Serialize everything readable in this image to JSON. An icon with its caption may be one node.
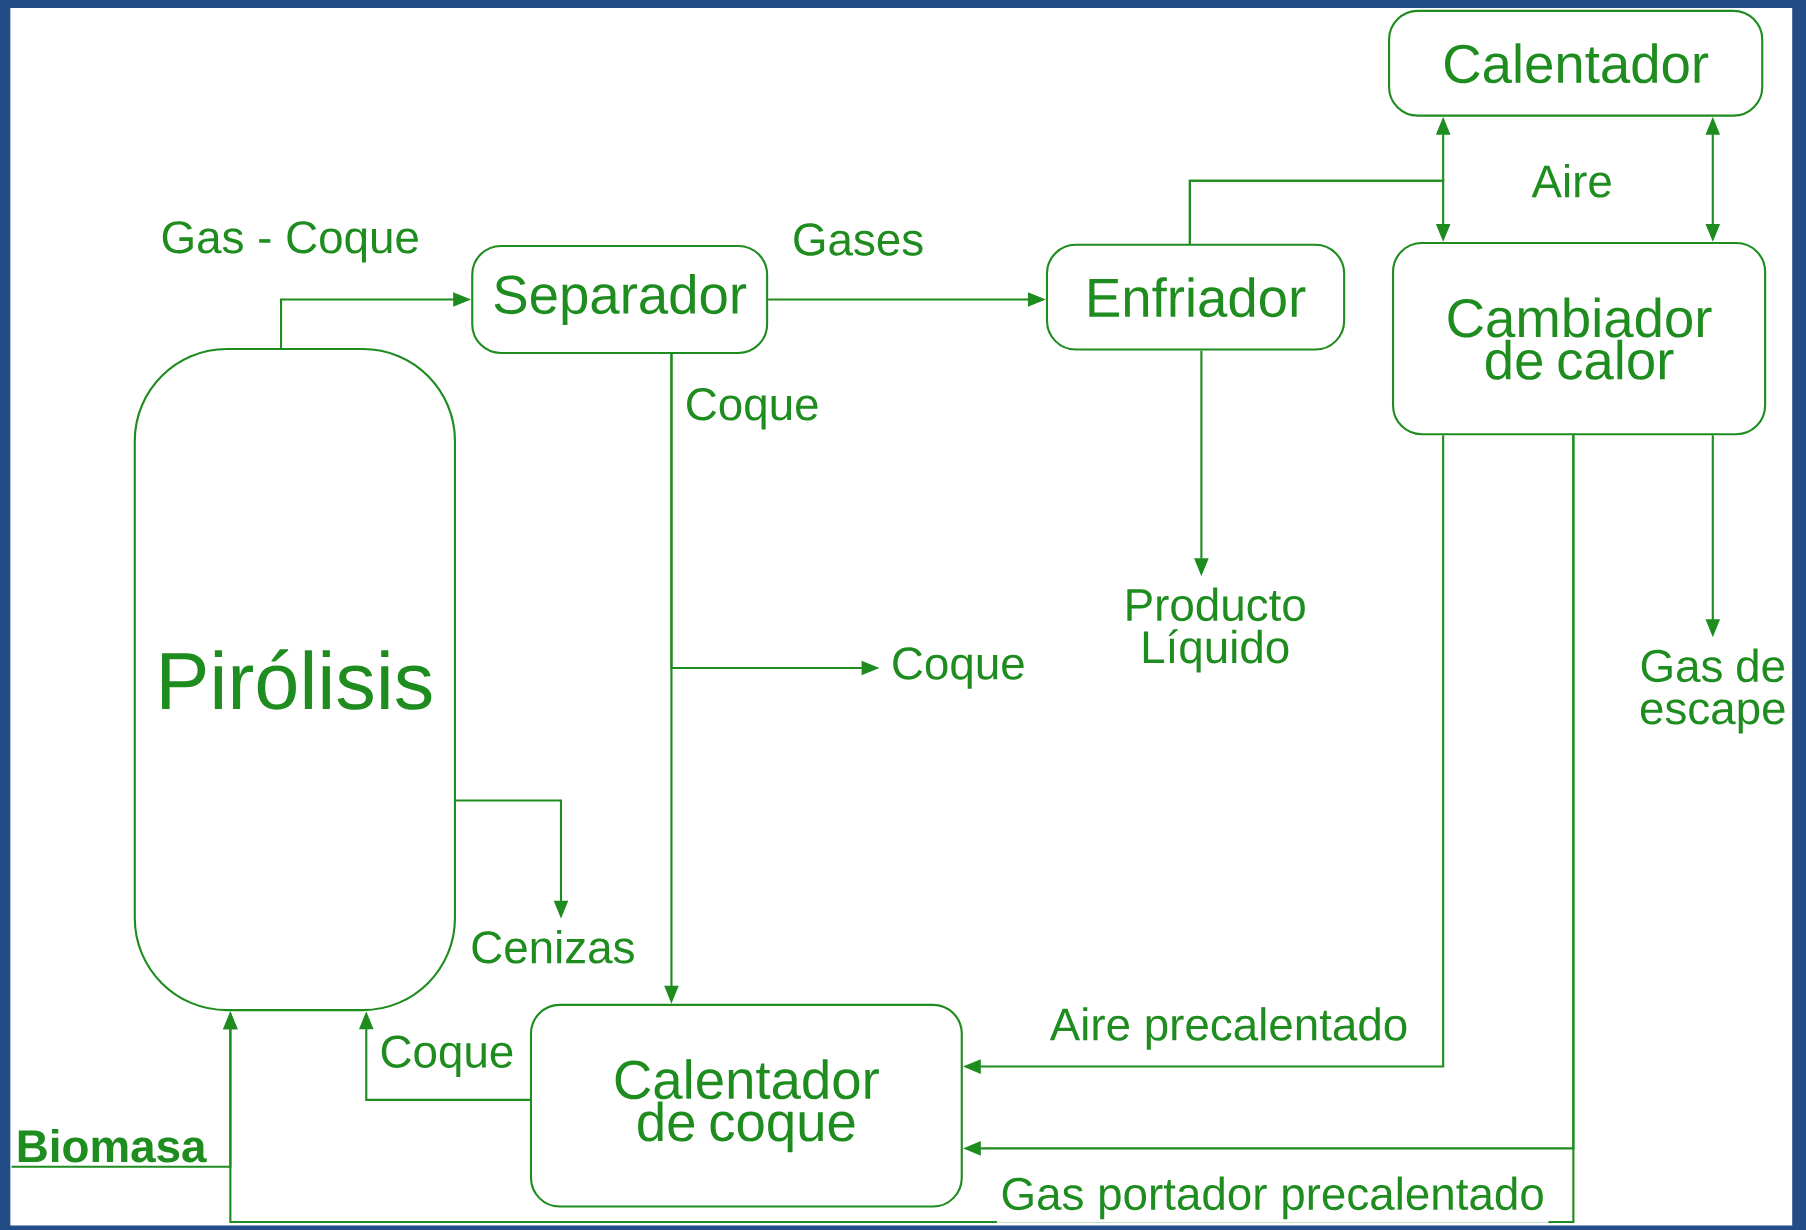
{
  "diagram": {
    "nodes": [
      {
        "text": [
          "Pirólisis"
        ]
      },
      {
        "text": [
          "Separador"
        ]
      },
      {
        "text": [
          "Enfriador"
        ]
      },
      {
        "text": [
          "Calentador"
        ]
      },
      {
        "text": [
          "Cambiador de calor"
        ]
      },
      {
        "text": [
          "Calentador de coque"
        ]
      },
      {
        "text": [
          "Coque"
        ]
      },
      {
        "text": [
          "Producto Líquido"
        ]
      },
      {
        "text": [
          "Gas de escape"
        ]
      },
      {
        "text": [
          "Cenizas"
        ]
      },
      {
        "text": [
          "Biomasa"
        ]
      }
    ],
    "edges": [
      {
        "from": 0,
        "to": 1,
        "arrow": "to",
        "label": "Gas - Coque"
      },
      {
        "from": 1,
        "to": 2,
        "arrow": "to",
        "label": "Gases"
      },
      {
        "from": 1,
        "to": 5,
        "arrow": "to",
        "label": "Coque"
      },
      {
        "from": 1,
        "to": 6,
        "arrow": "to"
      },
      {
        "from": 2,
        "to": 7,
        "arrow": "to"
      },
      {
        "from": 2,
        "to": 3,
        "arrow": "to"
      },
      {
        "from": 2,
        "to": 4,
        "arrow": "to"
      },
      {
        "from": 3,
        "to": 4,
        "arrow": "both"
      },
      {
        "from": 4,
        "to": 8,
        "arrow": "to"
      },
      {
        "from": 4,
        "to": 5,
        "arrow": "to",
        "label": "Aire precalentado"
      },
      {
        "from": 4,
        "to": 5,
        "arrow": "to",
        "label": "Gas portador precalentado"
      },
      {
        "from": 4,
        "to": 0,
        "arrow": "to"
      },
      {
        "from": 5,
        "to": 0,
        "arrow": "to",
        "label": "Coque"
      },
      {
        "from": 0,
        "to": 9,
        "arrow": "to"
      },
      {
        "from": 10,
        "to": 0,
        "arrow": "to"
      }
    ],
    "labels": [
      "Aire"
    ]
  }
}
